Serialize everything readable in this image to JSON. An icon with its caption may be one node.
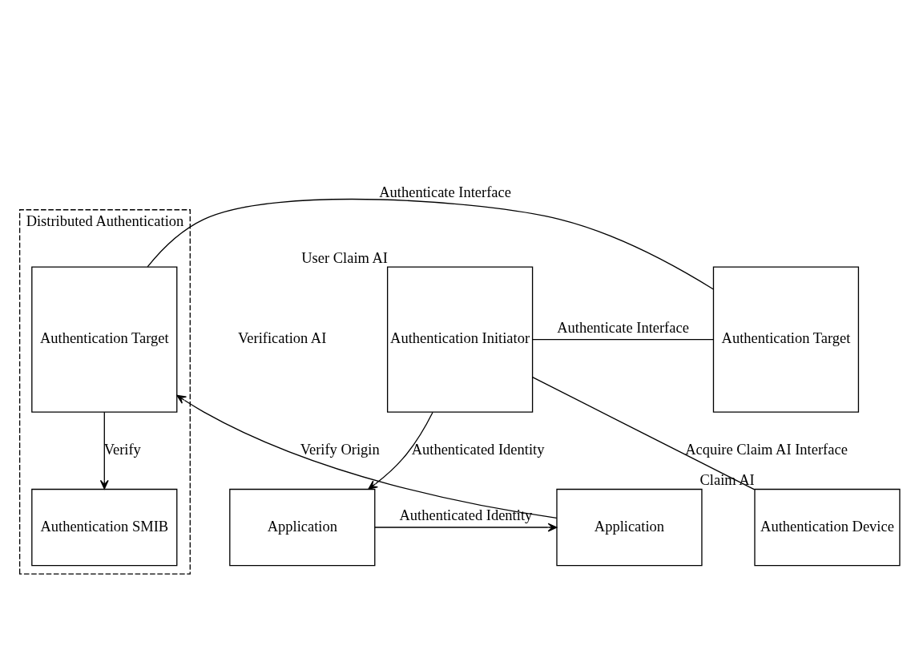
{
  "diagram": {
    "nodes": [
      {
        "text": [
          "Distributed Authentication"
        ]
      },
      {
        "text": [
          "Authentication SMIB"
        ],
        "in": 0
      },
      {
        "text": [
          "Authentication Target"
        ],
        "in": 0
      },
      {
        "text": [
          "Authentication Initiator"
        ],
        "beside": [
          "User Claim AI"
        ]
      },
      {
        "text": [
          "Authentication Target"
        ]
      },
      {
        "text": [
          "Authentication Device"
        ],
        "beside": [
          "Claim AI"
        ]
      },
      {
        "text": [
          "Application"
        ]
      },
      {
        "text": [
          "Application"
        ]
      }
    ],
    "edges": [
      {
        "from": 3,
        "to": 4,
        "arrow": "none",
        "label": "Authenticate Interface"
      },
      {
        "from": 4,
        "to": 2,
        "arrow": "none",
        "label": "Authenticate Interface"
      },
      {
        "from": 2,
        "to": 1,
        "arrow": "to",
        "label": "Verify"
      },
      {
        "from": 3,
        "to": 6,
        "arrow": "to",
        "label": "Authenticated Identity"
      },
      {
        "from": 3,
        "to": 5,
        "arrow": "none",
        "label": "Acquire Claim AI Interface"
      },
      {
        "from": 6,
        "to": 7,
        "arrow": "to",
        "label": "Authenticated Identity"
      },
      {
        "from": 7,
        "to": 2,
        "arrow": "to",
        "label": "Verify Origin"
      }
    ],
    "labels": [
      "Verification AI"
    ]
  }
}
